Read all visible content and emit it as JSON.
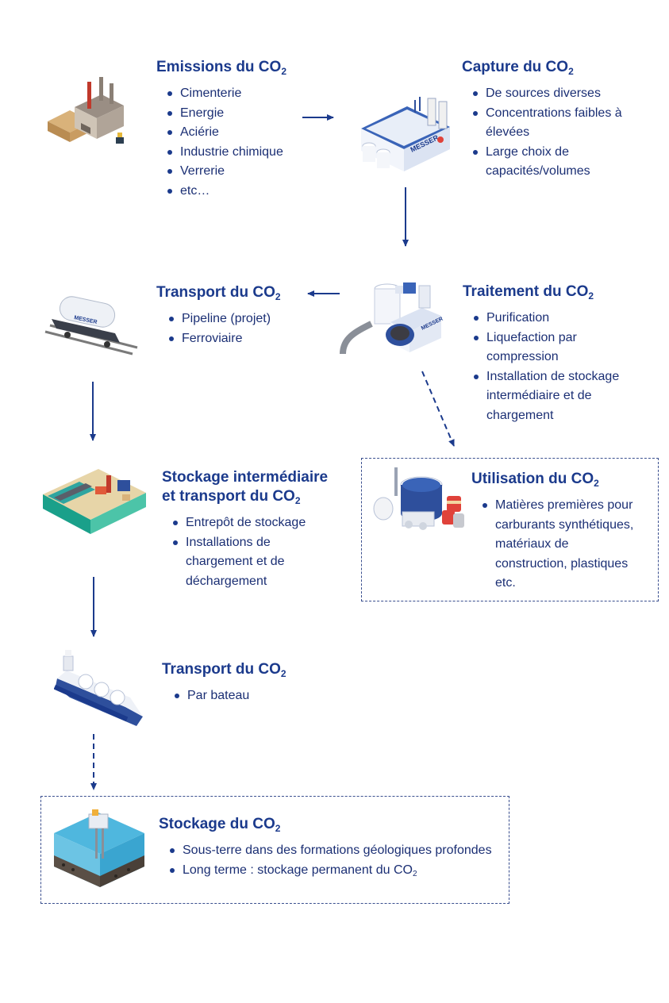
{
  "emissions": {
    "title": "Emissions du CO",
    "items": [
      "Cimenterie",
      "Energie",
      "Aciérie",
      "Industrie chimique",
      "Verrerie",
      "etc…"
    ]
  },
  "capture": {
    "title": "Capture du CO",
    "items": [
      "De sources diverses",
      "Concentrations faibles à",
      "élevées",
      "Large choix de",
      "capacités/volumes"
    ],
    "brand": "MESSER"
  },
  "transport1": {
    "title": "Transport du CO",
    "items": [
      "Pipeline (projet)",
      "Ferroviaire"
    ]
  },
  "traitement": {
    "title": "Traitement du CO",
    "items": [
      "Purification",
      "Liquefaction par",
      "compression",
      "Installation de stockage",
      "intermédiaire et de",
      "chargement"
    ],
    "brand": "MESSER"
  },
  "stockage_inter": {
    "title_line1": "Stockage intermédiaire",
    "title_line2": "et transport du CO",
    "items": [
      "Entrepôt de stockage",
      "Installations de",
      "chargement et de",
      "déchargement"
    ]
  },
  "utilisation": {
    "title": "Utilisation du CO",
    "items": [
      "Matières premières pour",
      "carburants synthétiques,",
      "matériaux de",
      "construction, plastiques",
      "etc."
    ]
  },
  "transport2": {
    "title": "Transport du CO",
    "items": [
      "Par bateau"
    ]
  },
  "stockage": {
    "title": "Stockage du CO",
    "item1": "Sous-terre dans des formations géologiques profondes",
    "item2": "Long terme : stockage permanent du CO"
  },
  "subscript": "2",
  "colors": {
    "primary": "#1b3a8c",
    "text": "#1b2f74",
    "brand_red": "#e0423a"
  }
}
